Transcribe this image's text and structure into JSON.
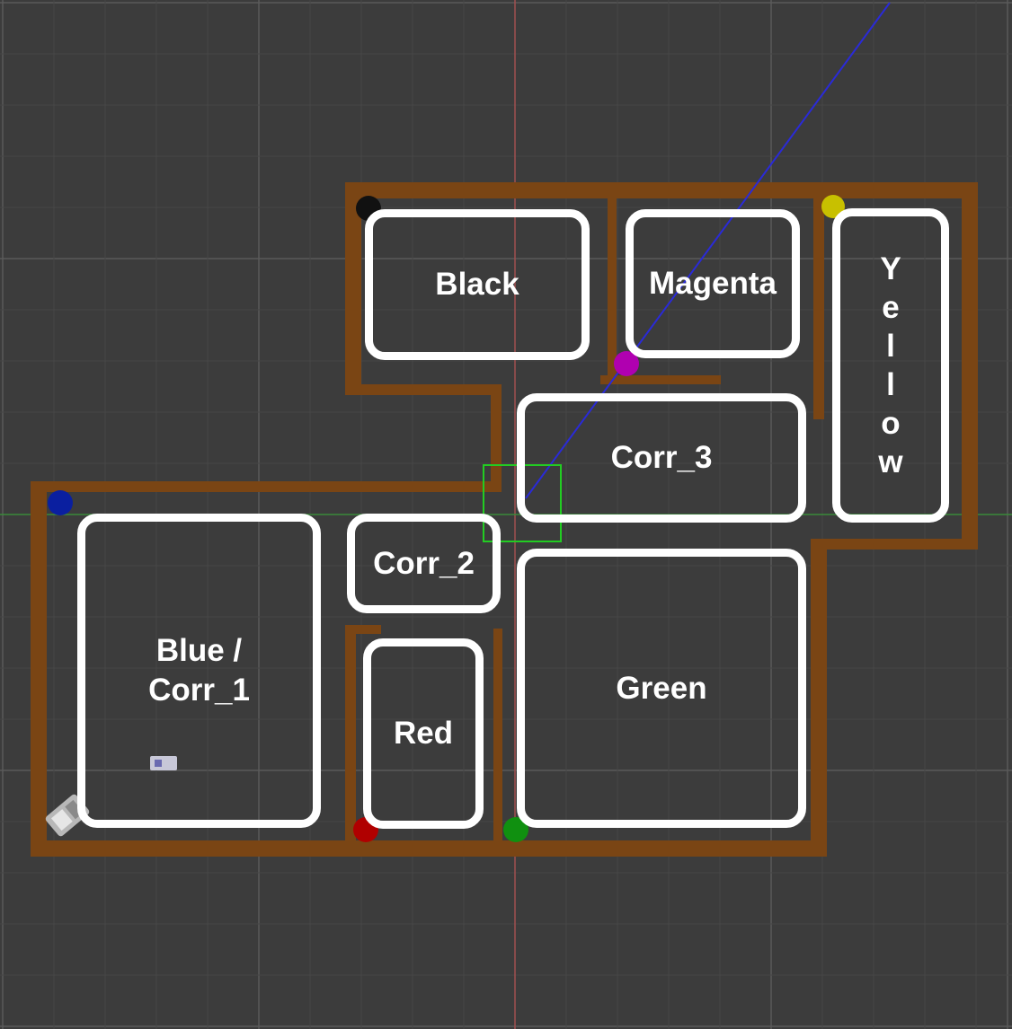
{
  "map": {
    "rooms": [
      {
        "id": "black",
        "lines": [
          "Black"
        ]
      },
      {
        "id": "magenta",
        "lines": [
          "Magenta"
        ]
      },
      {
        "id": "yellow",
        "lines": [
          "Y",
          "e",
          "l",
          "l",
          "o",
          "w"
        ]
      },
      {
        "id": "corr-3",
        "lines": [
          "Corr_3"
        ]
      },
      {
        "id": "corr-2",
        "lines": [
          "Corr_2"
        ]
      },
      {
        "id": "blue-corr-1",
        "lines": [
          "Blue /",
          "Corr_1"
        ]
      },
      {
        "id": "red",
        "lines": [
          "Red"
        ]
      },
      {
        "id": "green",
        "lines": [
          "Green"
        ]
      }
    ],
    "markers": [
      {
        "id": "black",
        "color": "#111111"
      },
      {
        "id": "yellow",
        "color": "#c8c000"
      },
      {
        "id": "magenta",
        "color": "#b000b0"
      },
      {
        "id": "blue",
        "color": "#0a1fa0"
      },
      {
        "id": "red",
        "color": "#b00000"
      },
      {
        "id": "green",
        "color": "#109010"
      }
    ],
    "colors": {
      "background": "#3c3c3c",
      "grid": "#5a5a5a",
      "wall": "#7a4514",
      "label_border": "#ffffff",
      "axis_x": "#3aa03a",
      "axis_y": "#b05050",
      "ray": "#2020d0",
      "goal_box": "#22cc22"
    }
  },
  "labels": {
    "black": "Black",
    "magenta": "Magenta",
    "yellow": [
      "Y",
      "e",
      "l",
      "l",
      "o",
      "w"
    ],
    "corr_3": "Corr_3",
    "corr_2": "Corr_2",
    "blue_corr_1": [
      "Blue /",
      "Corr_1"
    ],
    "red": "Red",
    "green": "Green"
  }
}
